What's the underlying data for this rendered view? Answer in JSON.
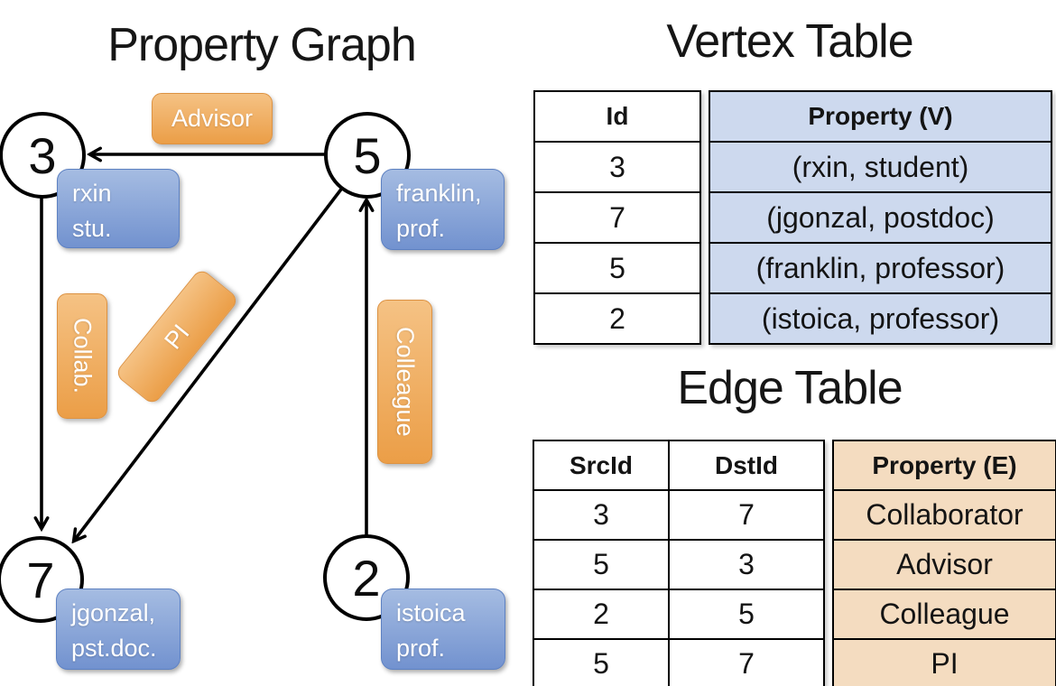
{
  "graph": {
    "title": "Property Graph",
    "nodes": [
      {
        "id": "3",
        "prop_line1": "rxin",
        "prop_line2": "stu."
      },
      {
        "id": "5",
        "prop_line1": "franklin,",
        "prop_line2": "prof."
      },
      {
        "id": "7",
        "prop_line1": "jgonzal,",
        "prop_line2": "pst.doc."
      },
      {
        "id": "2",
        "prop_line1": "istoica",
        "prop_line2": "prof."
      }
    ],
    "edge_labels": [
      {
        "label": "Advisor"
      },
      {
        "label": "Collab."
      },
      {
        "label": "PI"
      },
      {
        "label": "Colleague"
      }
    ]
  },
  "vertex_table": {
    "title": "Vertex Table",
    "columns": [
      "Id",
      "Property (V)"
    ],
    "rows": [
      {
        "id": "3",
        "property": "(rxin, student)"
      },
      {
        "id": "7",
        "property": "(jgonzal, postdoc)"
      },
      {
        "id": "5",
        "property": "(franklin, professor)"
      },
      {
        "id": "2",
        "property": "(istoica, professor)"
      }
    ]
  },
  "edge_table": {
    "title": "Edge Table",
    "columns": [
      "SrcId",
      "DstId",
      "Property (E)"
    ],
    "rows": [
      {
        "src": "3",
        "dst": "7",
        "property": "Collaborator"
      },
      {
        "src": "5",
        "dst": "3",
        "property": "Advisor"
      },
      {
        "src": "2",
        "dst": "5",
        "property": "Colleague"
      },
      {
        "src": "5",
        "dst": "7",
        "property": "PI"
      }
    ]
  },
  "colors": {
    "vertex_cell_fill": "#cdd9ee",
    "edge_cell_fill": "#f4dcc0",
    "vertex_box_top": "#a5bce2",
    "vertex_box_bottom": "#7292cf",
    "edge_box_top": "#f5c284",
    "edge_box_bottom": "#eb9e47",
    "line_color": "#000000"
  }
}
